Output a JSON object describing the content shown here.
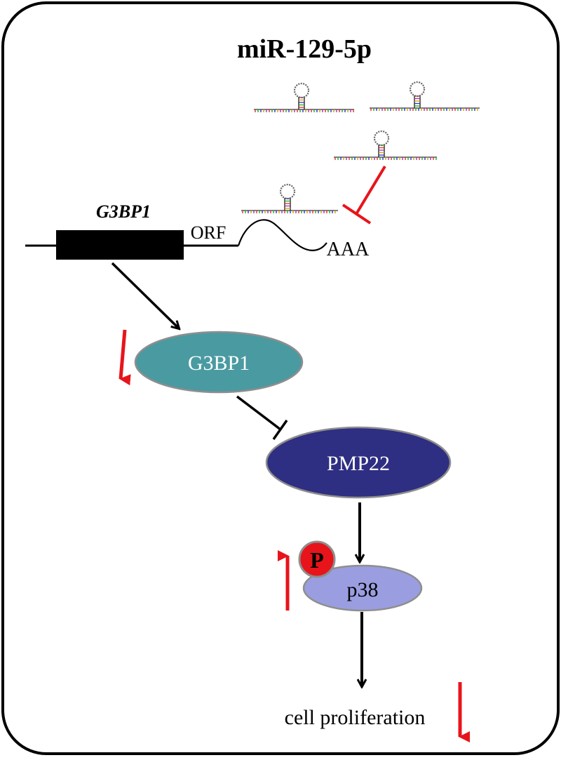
{
  "diagram": {
    "title": "miR-129-5p",
    "gene_label": "G3BP1",
    "orf_label": "ORF",
    "polya_label": "AAA",
    "nodes": {
      "g3bp1": "G3BP1",
      "pmp22": "PMP22",
      "p38": "p38",
      "phospho": "P"
    },
    "outcome_label": "cell proliferation"
  },
  "colors": {
    "border": "#000000",
    "inhibition_red": "#e8141b",
    "g3bp1_fill": "#4a9aa1",
    "pmp22_fill": "#2e2e82",
    "p38_fill": "#9a9ee0",
    "phospho_fill": "#e8141b",
    "node_stroke": "#8e8e8e"
  },
  "icons": [
    "mirna-hairpin-icon",
    "phosphate-icon",
    "arrow-down-icon",
    "arrow-up-icon",
    "inhibition-bar-icon"
  ]
}
